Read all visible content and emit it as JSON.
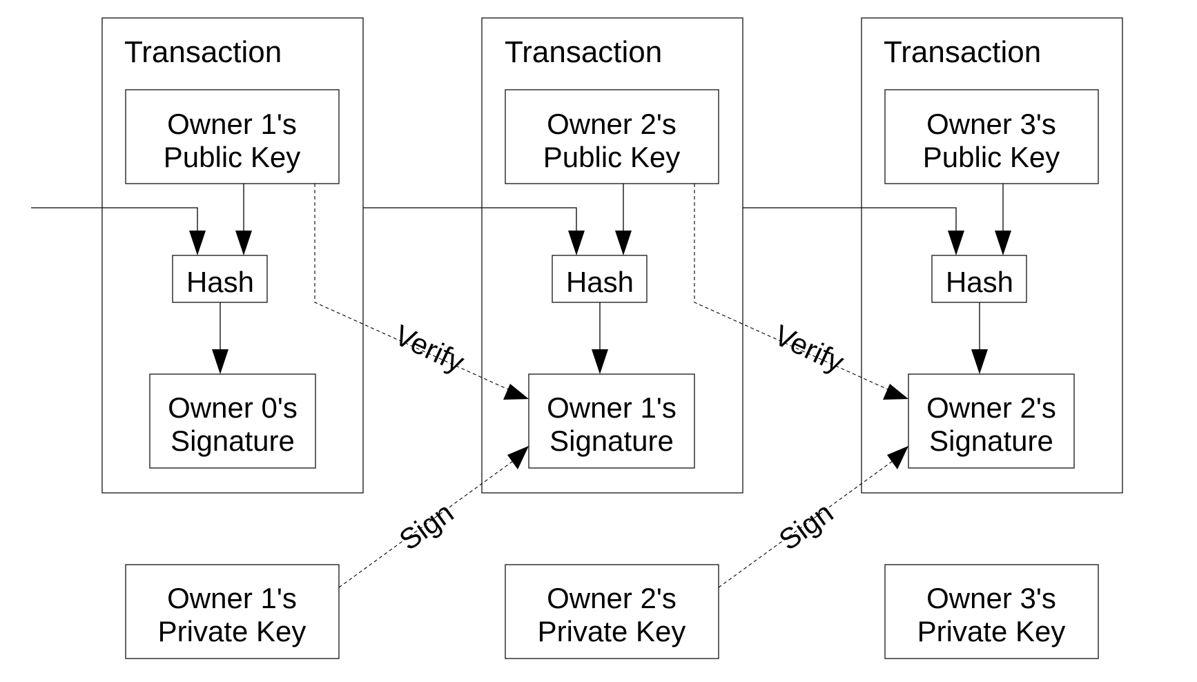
{
  "transactions": [
    {
      "title": "Transaction",
      "public_key": [
        "Owner 1's",
        "Public Key"
      ],
      "hash": "Hash",
      "signature": [
        "Owner 0's",
        "Signature"
      ],
      "private_key": [
        "Owner 1's",
        "Private Key"
      ]
    },
    {
      "title": "Transaction",
      "public_key": [
        "Owner 2's",
        "Public Key"
      ],
      "hash": "Hash",
      "signature": [
        "Owner 1's",
        "Signature"
      ],
      "private_key": [
        "Owner 2's",
        "Private Key"
      ]
    },
    {
      "title": "Transaction",
      "public_key": [
        "Owner 3's",
        "Public Key"
      ],
      "hash": "Hash",
      "signature": [
        "Owner 2's",
        "Signature"
      ],
      "private_key": [
        "Owner 3's",
        "Private Key"
      ]
    }
  ],
  "edge_labels": {
    "verify": "Verify",
    "sign": "Sign"
  }
}
